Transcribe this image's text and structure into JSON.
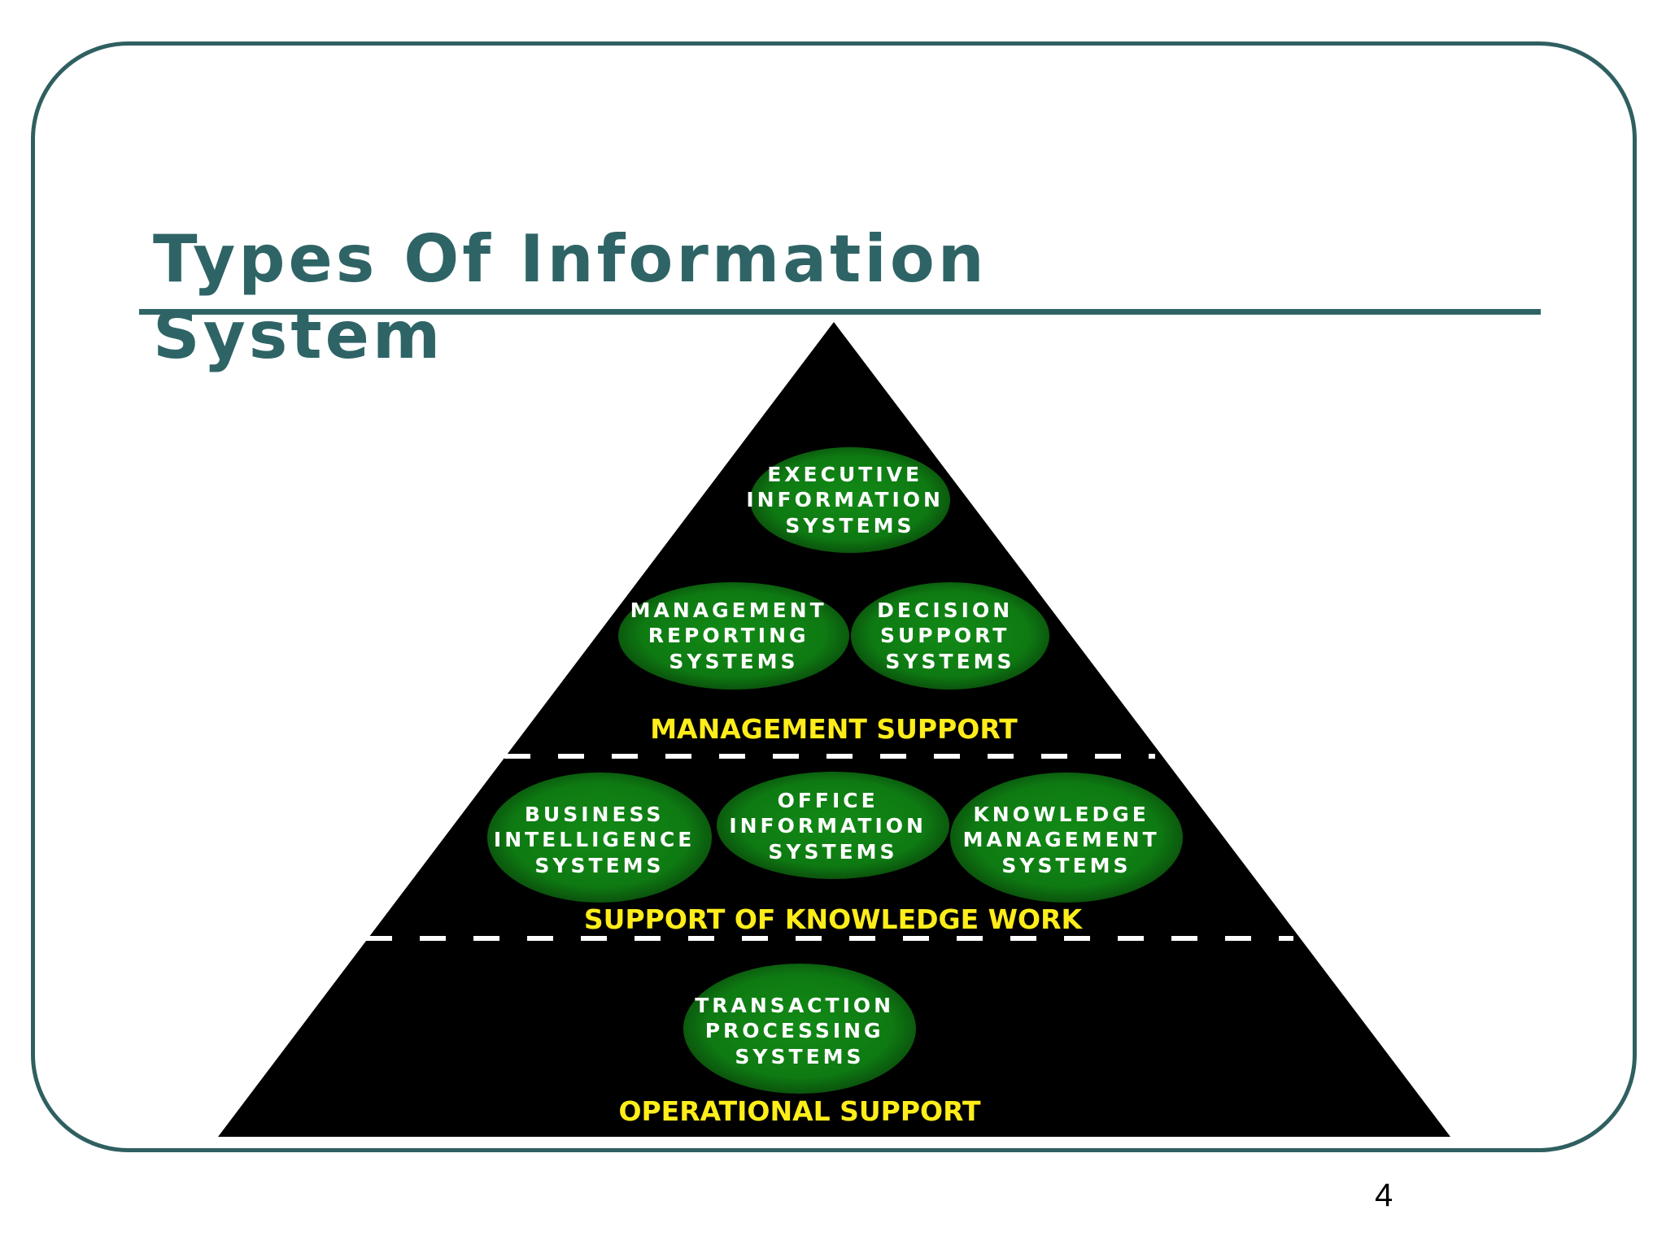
{
  "slide": {
    "title": "Types Of Information System",
    "page_number": "4"
  },
  "diagram": {
    "levels": [
      {
        "label": "MANAGEMENT SUPPORT",
        "systems": [
          [
            "EXECUTIVE",
            "INFORMATION",
            "SYSTEMS"
          ],
          [
            "MANAGEMENT",
            "REPORTING",
            "SYSTEMS"
          ],
          [
            "DECISION",
            "SUPPORT",
            "SYSTEMS"
          ]
        ]
      },
      {
        "label": "SUPPORT OF KNOWLEDGE WORK",
        "systems": [
          [
            "BUSINESS",
            "INTELLIGENCE",
            "SYSTEMS"
          ],
          [
            "OFFICE",
            "INFORMATION",
            "SYSTEMS"
          ],
          [
            "KNOWLEDGE",
            "MANAGEMENT",
            "SYSTEMS"
          ]
        ]
      },
      {
        "label": "OPERATIONAL SUPPORT",
        "systems": [
          [
            "TRANSACTION",
            "PROCESSING",
            "SYSTEMS"
          ]
        ]
      }
    ],
    "colors": {
      "pyramid": "#000000",
      "oval": "#0f7a12",
      "label": "#ffed1a",
      "divider": "#ffffff",
      "title": "#2f6466"
    }
  }
}
